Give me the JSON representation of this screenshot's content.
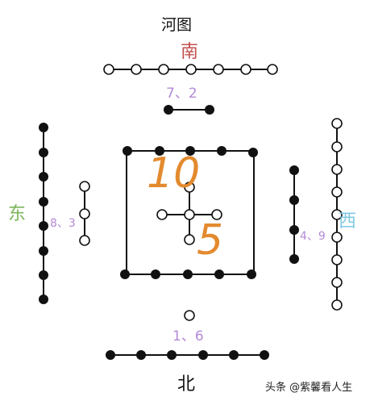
{
  "title": "河图",
  "directions": {
    "south": {
      "label": "南",
      "color": "#c0504d"
    },
    "north": {
      "label": "北",
      "color": "#111111"
    },
    "east": {
      "label": "东",
      "color": "#7bb55a"
    },
    "west": {
      "label": "西",
      "color": "#7ec8e3"
    }
  },
  "numbers": {
    "south": "7、2",
    "north": "1、6",
    "east": "8、3",
    "west": "4、9"
  },
  "center_numbers": {
    "outer": "10",
    "inner": "5"
  },
  "watermark": "头条 @紫馨看人生",
  "colors": {
    "black_dot": "#111111",
    "white_dot": "#ffffff",
    "stroke": "#111111",
    "purple": "#b48ad6",
    "orange": "#e38a2e"
  }
}
